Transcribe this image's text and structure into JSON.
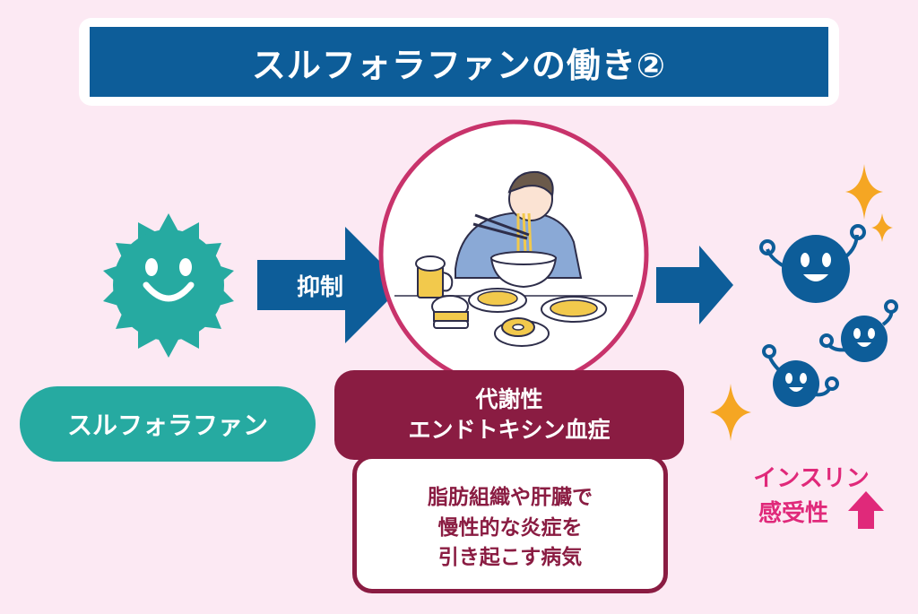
{
  "title": "スルフォラファンの働き②",
  "sulforaphane_label": "スルフォラファン",
  "inhibit_label": "抑制",
  "metabolic": {
    "line1": "代謝性",
    "line2": "エンドトキシン血症"
  },
  "disease": {
    "line1": "脂肪組織や肝臓で",
    "line2": "慢性的な炎症を",
    "line3": "引き起こす病気"
  },
  "insulin": {
    "line1": "インスリン",
    "line2": "感受性"
  },
  "colors": {
    "background": "#fce9f3",
    "navy": "#0d5d99",
    "teal": "#26aaa1",
    "maroon": "#8a1c42",
    "pink": "#e0297a",
    "gold": "#f5a623",
    "circle_border": "#c8336b"
  }
}
